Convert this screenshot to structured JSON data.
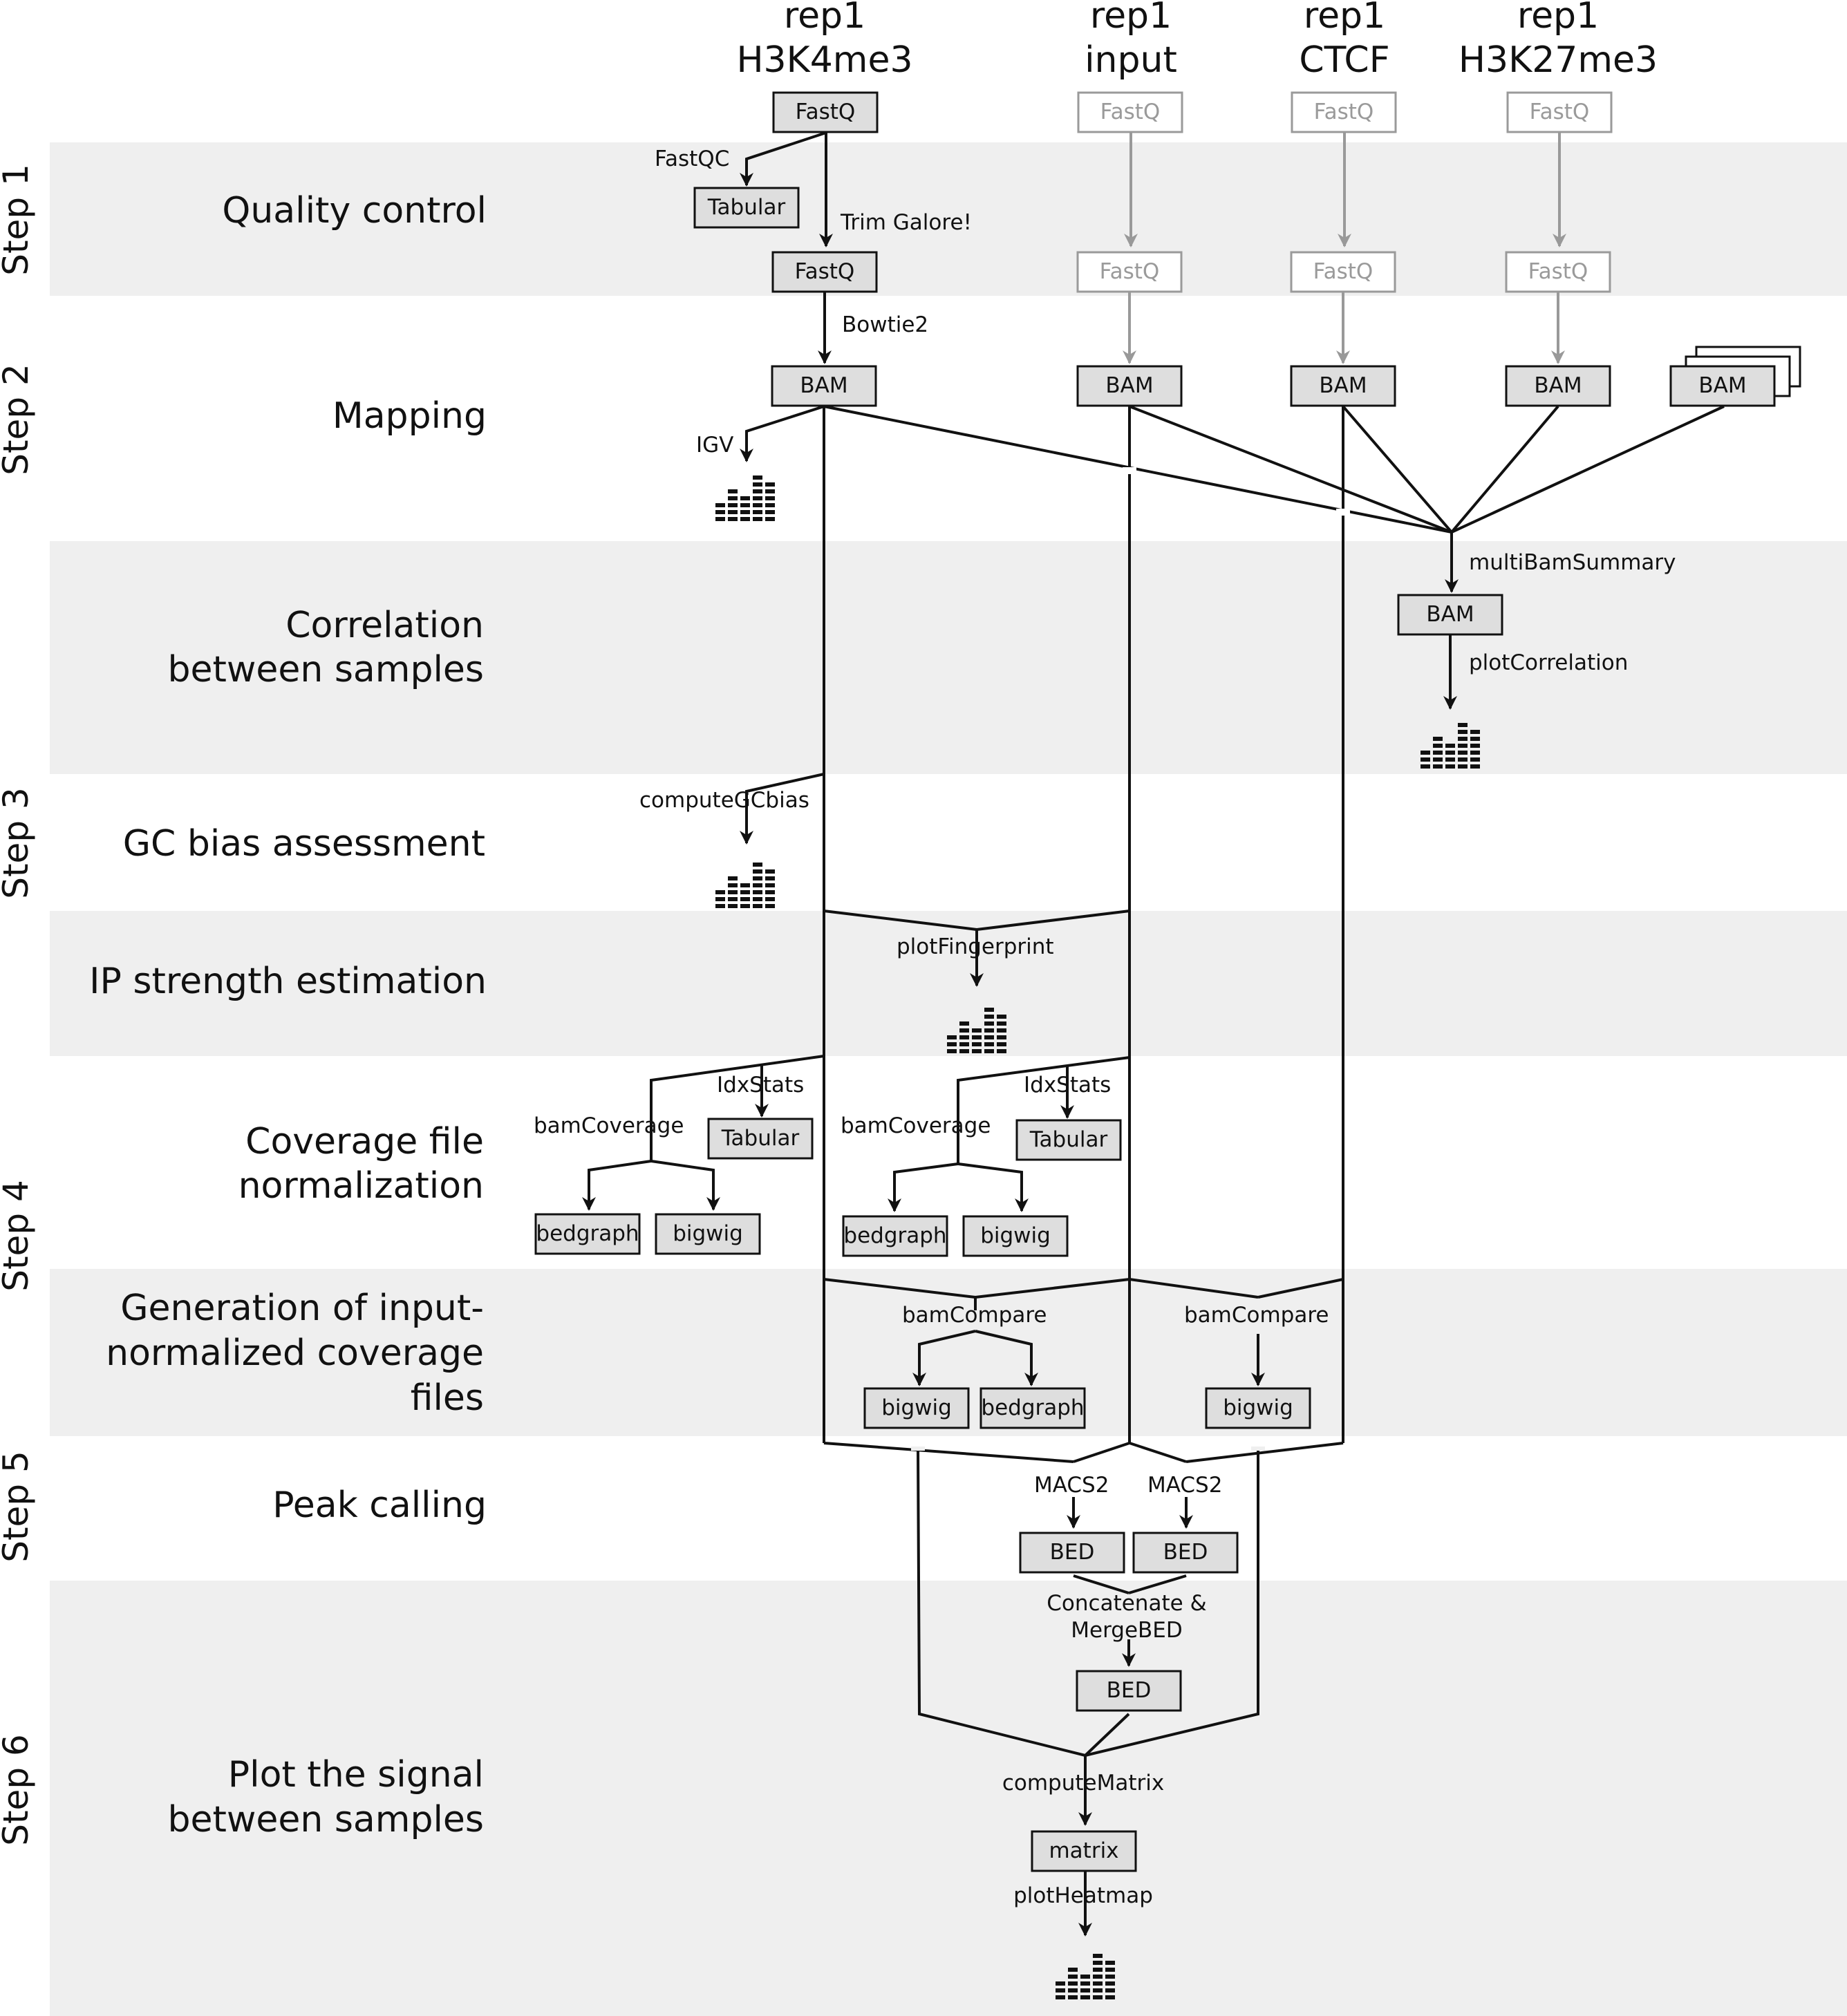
{
  "columns": [
    {
      "id": "h3k4me3",
      "line1": "rep1",
      "line2": "H3K4me3"
    },
    {
      "id": "input",
      "line1": "rep1",
      "line2": "input"
    },
    {
      "id": "ctcf",
      "line1": "rep1",
      "line2": "CTCF"
    },
    {
      "id": "h3k27me3",
      "line1": "rep1",
      "line2": "H3K27me3"
    }
  ],
  "steps": [
    "Step 1",
    "Step 2",
    "Step 3",
    "Step 4",
    "Step 5",
    "Step 6"
  ],
  "rows": [
    {
      "id": "qc",
      "lines": [
        "Quality control"
      ]
    },
    {
      "id": "mapping",
      "lines": [
        "Mapping"
      ]
    },
    {
      "id": "correlation",
      "lines": [
        "Correlation",
        "between samples"
      ]
    },
    {
      "id": "gc",
      "lines": [
        "GC bias assessment"
      ]
    },
    {
      "id": "ip",
      "lines": [
        "IP strength estimation"
      ]
    },
    {
      "id": "coverage",
      "lines": [
        "Coverage file",
        "normalization"
      ]
    },
    {
      "id": "inputnorm",
      "lines": [
        "Generation of input-",
        "normalized coverage",
        "files"
      ]
    },
    {
      "id": "peaks",
      "lines": [
        "Peak calling"
      ]
    },
    {
      "id": "plot",
      "lines": [
        "Plot the signal",
        "between samples"
      ]
    }
  ],
  "nodes": {
    "fastq_a": "FastQ",
    "fastq_b": "FastQ",
    "fastq_c": "FastQ",
    "fastq_d": "FastQ",
    "tabular_qc": "Tabular",
    "fastq_trim_a": "FastQ",
    "fastq_trim_b": "FastQ",
    "fastq_trim_c": "FastQ",
    "fastq_trim_d": "FastQ",
    "bam_a": "BAM",
    "bam_b": "BAM",
    "bam_c": "BAM",
    "bam_d": "BAM",
    "bam_stack": "BAM",
    "bam_summary": "BAM",
    "tabular_1": "Tabular",
    "tabular_2": "Tabular",
    "bedgraph_1": "bedgraph",
    "bigwig_1": "bigwig",
    "bedgraph_2": "bedgraph",
    "bigwig_2": "bigwig",
    "bigwig_cmp1": "bigwig",
    "bedgraph_cmp1": "bedgraph",
    "bigwig_cmp2": "bigwig",
    "bed_1": "BED",
    "bed_2": "BED",
    "bed_merged": "BED",
    "matrix": "matrix"
  },
  "tools": {
    "fastqc": "FastQC",
    "trim_galore": "Trim Galore!",
    "bowtie2": "Bowtie2",
    "igv": "IGV",
    "multibamsummary": "multiBamSummary",
    "plotcorrelation": "plotCorrelation",
    "computegcbias": "computeGCbias",
    "plotfingerprint": "plotFingerprint",
    "idxstats_1": "IdxStats",
    "idxstats_2": "IdxStats",
    "bamcoverage_1": "bamCoverage",
    "bamcoverage_2": "bamCoverage",
    "bamcompare_1": "bamCompare",
    "bamcompare_2": "bamCompare",
    "macs2_1": "MACS2",
    "macs2_2": "MACS2",
    "concat_line1": "Concatenate &",
    "concat_line2": "MergeBED",
    "computematrix": "computeMatrix",
    "plotheatmap": "plotHeatmap"
  },
  "colors": {
    "band": "#efefef",
    "box_fill": "#dedede",
    "dim": "#999999",
    "ink": "#111111"
  },
  "icons": [
    "bar-chart-icon"
  ]
}
